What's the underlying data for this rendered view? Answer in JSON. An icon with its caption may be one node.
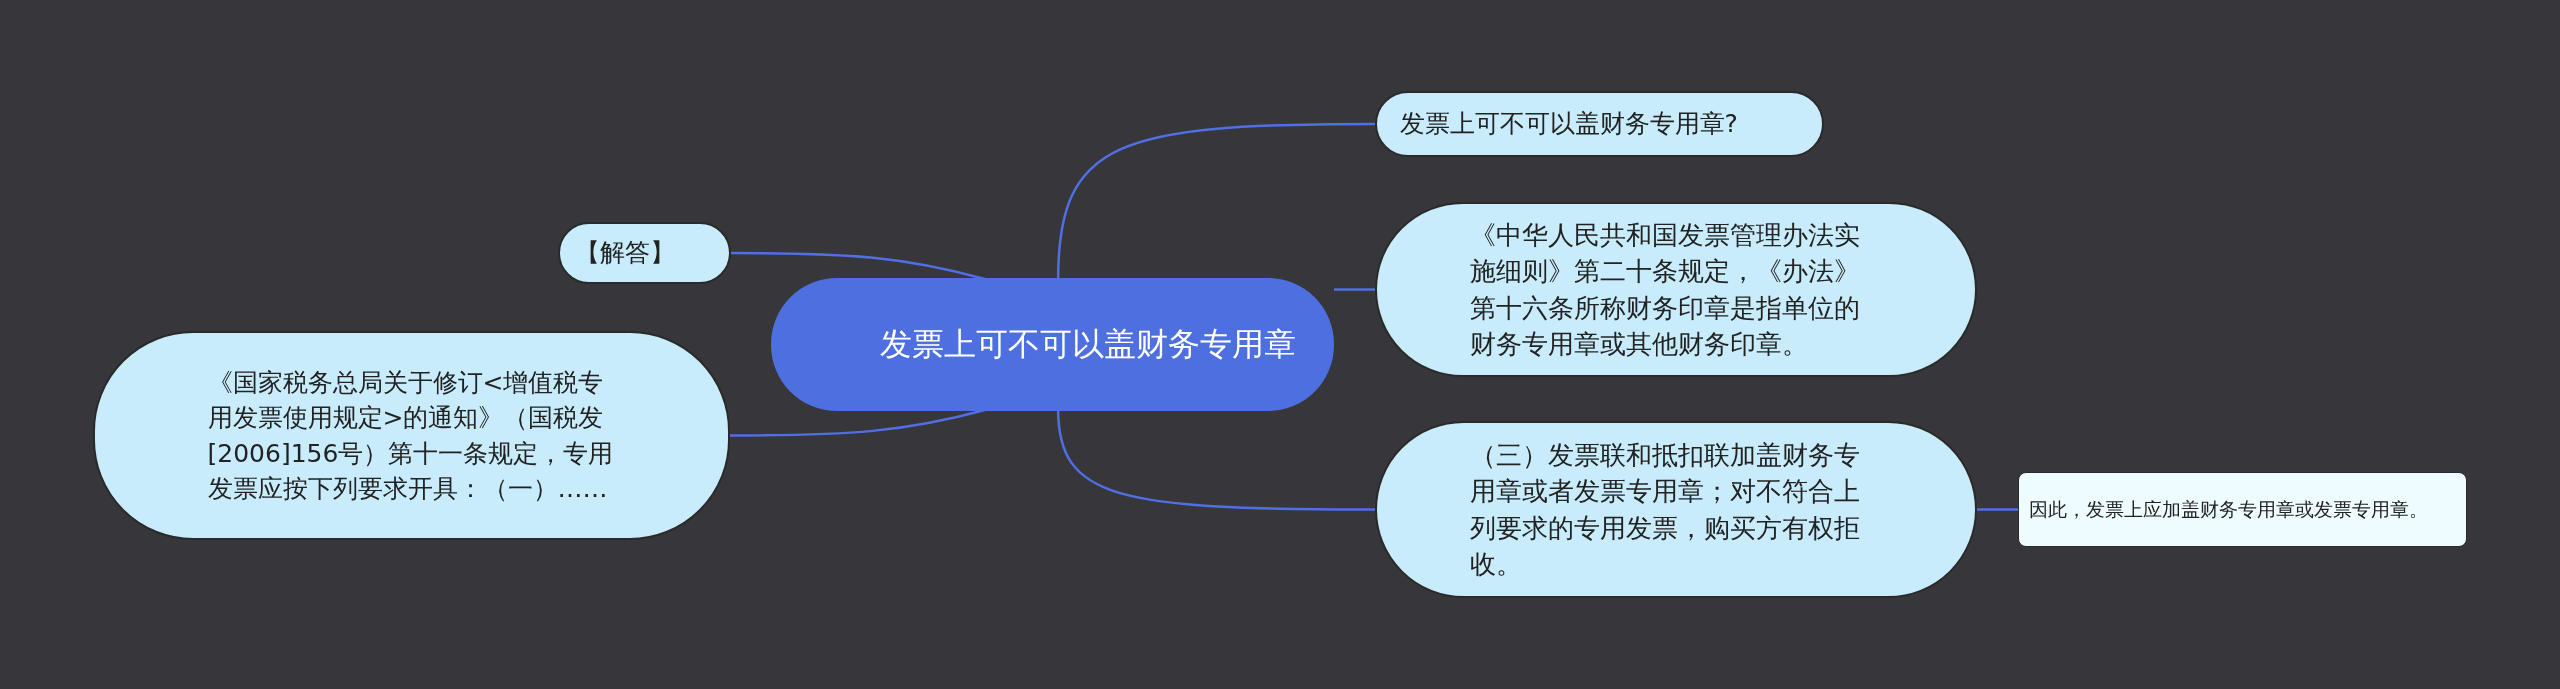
{
  "diagram": {
    "nodes": [
      {
        "text": [
          "发票上可不可以盖财务专用章"
        ]
      },
      {
        "text": [
          "发票上可不可以盖财务专用章?"
        ]
      },
      {
        "text": [
          "《中华人民共和国发票管理办法实施细则》第二十条规定，《办法》第十六条所称财务印章是指单位的财务专用章或其他财务印章。"
        ]
      },
      {
        "text": [
          "（三）发票联和抵扣联加盖财务专用章或者发票专用章；对不符合上列要求的专用发票，购买方有权拒收。"
        ]
      },
      {
        "text": [
          "因此，发票上应加盖财务专用章或发票专用章。"
        ]
      },
      {
        "text": [
          "【解答】"
        ]
      },
      {
        "text": [
          "《国家税务总局关于修订<增值税专用发票使用规定>的通知》（国税发[2006]156号）第十一条规定，专用发票应按下列要求开具：（一）……"
        ]
      }
    ],
    "edges": [
      {
        "from": 0,
        "to": 1,
        "arrow": "none"
      },
      {
        "from": 0,
        "to": 2,
        "arrow": "none"
      },
      {
        "from": 0,
        "to": 3,
        "arrow": "none"
      },
      {
        "from": 3,
        "to": 4,
        "arrow": "none"
      },
      {
        "from": 0,
        "to": 5,
        "arrow": "none"
      },
      {
        "from": 0,
        "to": 6,
        "arrow": "none"
      }
    ]
  }
}
